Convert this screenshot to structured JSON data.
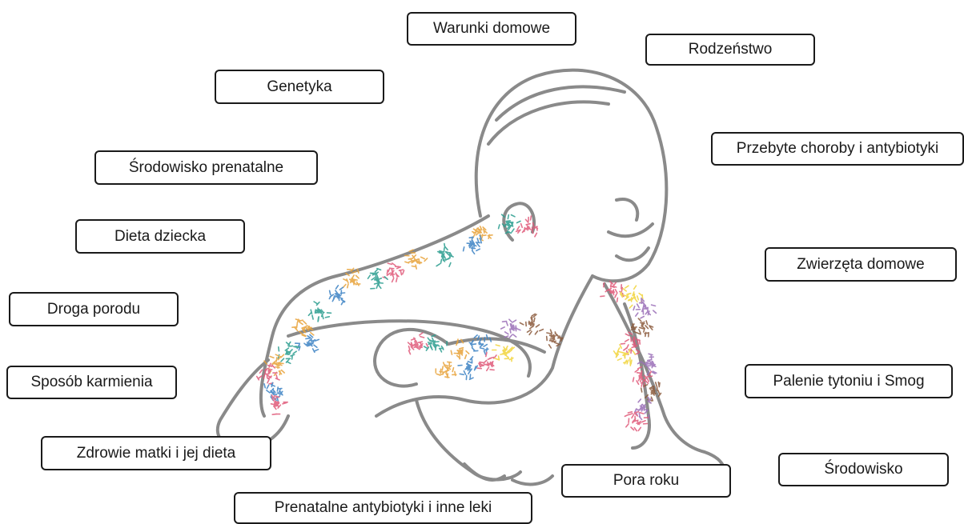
{
  "factors": {
    "warunki_domowe": "Warunki domowe",
    "rodzenstwo": "Rodzeństwo",
    "genetyka": "Genetyka",
    "przebyte_choroby": "Przebyte choroby i antybiotyki",
    "srodowisko_prenatalne": "Środowisko prenatalne",
    "dieta_dziecka": "Dieta dziecka",
    "zwierzeta_domowe": "Zwierzęta domowe",
    "droga_porodu": "Droga porodu",
    "sposob_karmienia": "Sposób karmienia",
    "palenie_tytoniu": "Palenie tytoniu i Smog",
    "zdrowie_matki": "Zdrowie matki i jej dieta",
    "srodowisko": "Środowisko",
    "pora_roku": "Pora roku",
    "prenatalne_antybiotyki": "Prenatalne antybiotyki i inne leki"
  },
  "illustration": {
    "subject": "crawling-baby-outline",
    "microbe_colors": [
      "#e8a33a",
      "#2a9d8f",
      "#3b82c4",
      "#e05a7a",
      "#9b6fb8",
      "#f2d43a",
      "#8b5a3c"
    ]
  }
}
